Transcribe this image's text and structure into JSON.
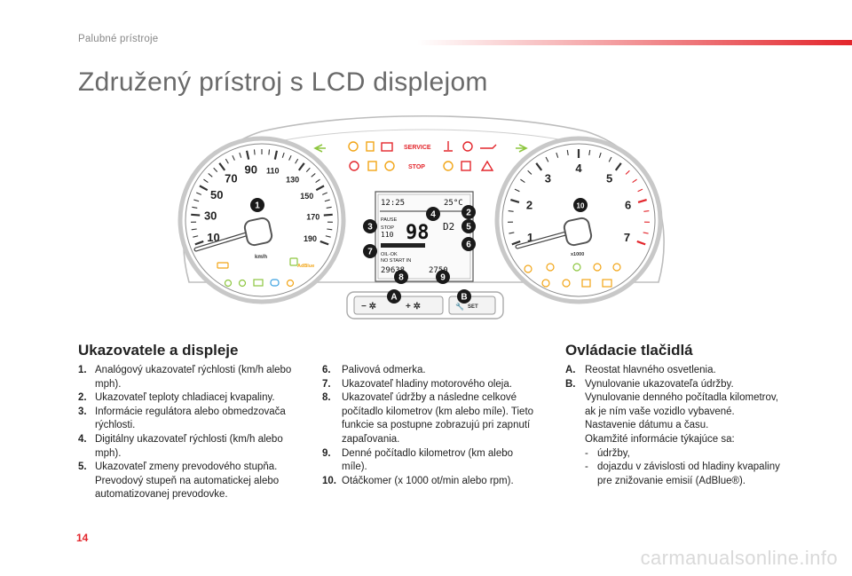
{
  "header": {
    "section_label": "Palubné prístroje"
  },
  "page_title": "Združený prístroj s LCD displejom",
  "cluster": {
    "speed_ticks": [
      "10",
      "30",
      "50",
      "70",
      "90",
      "110",
      "130",
      "150",
      "170",
      "190"
    ],
    "speed_unit": "km/h",
    "rpm_ticks": [
      "1",
      "2",
      "3",
      "4",
      "5",
      "6",
      "7"
    ],
    "rpm_unit": "x1000",
    "service_label": "SERVICE",
    "stop_label": "STOP",
    "lcd": {
      "time": "12:25",
      "temp": "25°C",
      "pause": "PAUSE",
      "stop_label": "STOP",
      "small_num": "110",
      "big_speed": "98",
      "gear": "D2",
      "oil": "OIL-OK",
      "no_start": "NO START IN",
      "odometer": "29638",
      "trip": "2750"
    },
    "adblue": "AdBlue",
    "callouts": [
      "1",
      "2",
      "3",
      "4",
      "5",
      "6",
      "7",
      "8",
      "9",
      "10",
      "A",
      "B"
    ],
    "buttons": {
      "set": "SET"
    }
  },
  "colors": {
    "accent": "#e3262c",
    "callout": "#1a1a1a",
    "warning_red": "#e3262c",
    "amber": "#f2a516",
    "green": "#8dc63f"
  },
  "left": {
    "title": "Ukazovatele a displeje",
    "items": [
      {
        "num": "1.",
        "text": "Analógový ukazovateľ rýchlosti (km/h alebo mph)."
      },
      {
        "num": "2.",
        "text": "Ukazovateľ teploty chladiacej kvapaliny."
      },
      {
        "num": "3.",
        "text": "Informácie regulátora alebo obmedzovača rýchlosti."
      },
      {
        "num": "4.",
        "text": "Digitálny ukazovateľ rýchlosti (km/h alebo mph)."
      },
      {
        "num": "5.",
        "text": "Ukazovateľ zmeny prevodového stupňa. Prevodový stupeň na automatickej alebo automatizovanej prevodovke."
      }
    ]
  },
  "middle": {
    "items": [
      {
        "num": "6.",
        "text": "Palivová odmerka."
      },
      {
        "num": "7.",
        "text": "Ukazovateľ hladiny motorového oleja."
      },
      {
        "num": "8.",
        "text": "Ukazovateľ údržby a následne celkové počítadlo kilometrov (km alebo míle). Tieto funkcie sa postupne zobrazujú pri zapnutí zapaľovania."
      },
      {
        "num": "9.",
        "text": "Denné počítadlo kilometrov (km alebo míle)."
      },
      {
        "num": "10.",
        "text": "Otáčkomer (x 1000 ot/min alebo rpm)."
      }
    ]
  },
  "right": {
    "title": "Ovládacie tlačidlá",
    "item_a": {
      "num": "A.",
      "text": "Reostat hlavného osvetlenia."
    },
    "item_b": {
      "num": "B.",
      "lines": [
        "Vynulovanie ukazovateľa údržby.",
        "Vynulovanie denného počítadla kilometrov, ak je ním vaše vozidlo vybavené.",
        "Nastavenie dátumu a času.",
        "Okamžité informácie týkajúce sa:"
      ],
      "dashes": [
        {
          "mark": "-",
          "text": "údržby,"
        },
        {
          "mark": "-",
          "text": "dojazdu v závislosti od hladiny kvapaliny pre znižovanie emisií (AdBlue®)."
        }
      ]
    }
  },
  "page_number": "14",
  "watermark": "carmanualsonline.info"
}
